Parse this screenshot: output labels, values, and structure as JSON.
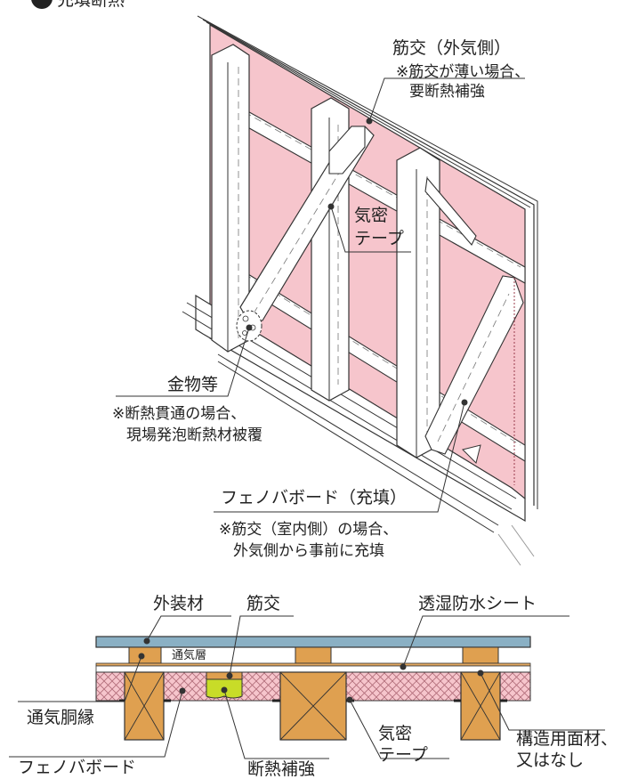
{
  "top_diagram": {
    "section_label": "充填断熱",
    "labels": {
      "brace_outer": "筋交（外気側）",
      "brace_outer_note_1": "※筋交が薄い場合、",
      "brace_outer_note_2": "要断熱補強",
      "airtight_tape_1": "気密",
      "airtight_tape_2": "テープ",
      "hardware": "金物等",
      "hardware_note_1": "※断熱貫通の場合、",
      "hardware_note_2": "現場発泡断熱材被覆",
      "phenol_board": "フェノバボード（充填）",
      "phenol_note_1": "※筋交（室内側）の場合、",
      "phenol_note_2": "外気側から事前に充填"
    }
  },
  "bottom_diagram": {
    "labels": {
      "exterior_material": "外装材",
      "brace": "筋交",
      "moisture_sheet": "透湿防水シート",
      "vent_layer": "通気層",
      "vent_furring": "通気胴縁",
      "phenol_board": "フェノバボード",
      "insulation_reinforce": "断熱補強",
      "airtight_tape_1": "気密",
      "airtight_tape_2": "テープ",
      "structural_panel_1": "構造用面材、",
      "structural_panel_2": "又はなし"
    }
  },
  "colors": {
    "insulation_pink": "#f6c5cc",
    "wood": "#dfa050",
    "siding": "#8ab0c4",
    "airtight_green": "#c8dc28",
    "line": "#333333"
  }
}
